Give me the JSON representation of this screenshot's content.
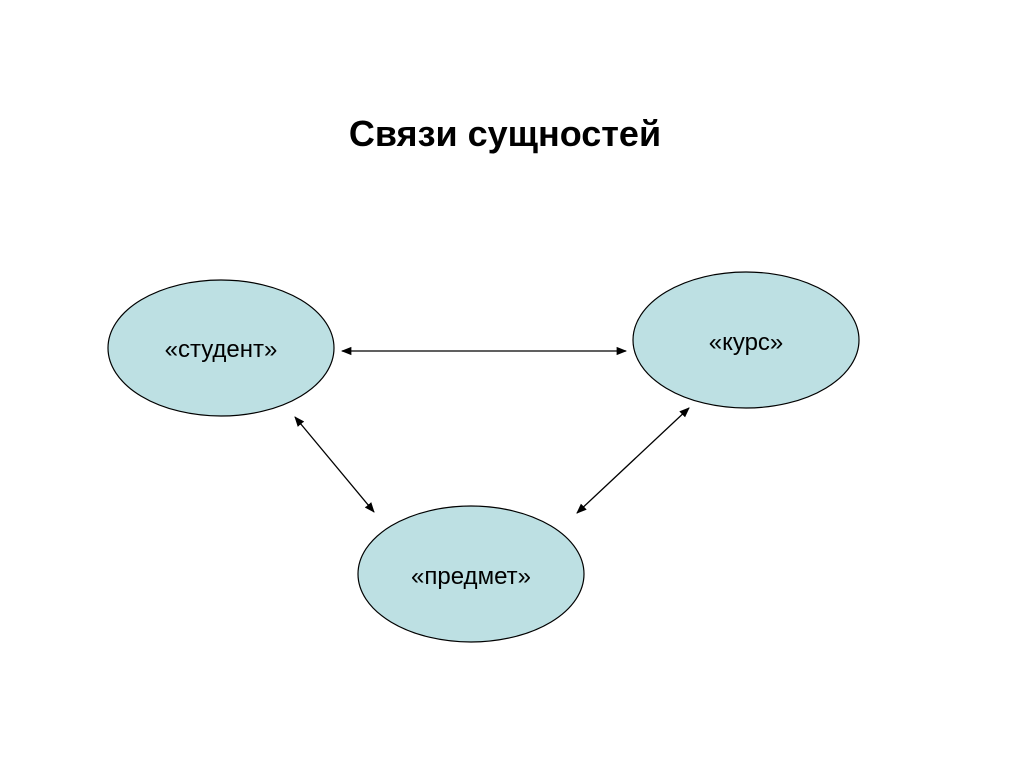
{
  "slide": {
    "title": "Связи сущностей"
  },
  "diagram": {
    "colors": {
      "node_fill": "#bde0e3",
      "node_stroke": "#000000",
      "edge_stroke": "#000000"
    },
    "nodes": [
      {
        "id": "student",
        "label": "«студент»"
      },
      {
        "id": "course",
        "label": "«курс»"
      },
      {
        "id": "subject",
        "label": "«предмет»"
      }
    ],
    "edges": [
      {
        "from": "student",
        "to": "course",
        "direction": "both"
      },
      {
        "from": "student",
        "to": "subject",
        "direction": "both"
      },
      {
        "from": "course",
        "to": "subject",
        "direction": "both"
      }
    ]
  }
}
